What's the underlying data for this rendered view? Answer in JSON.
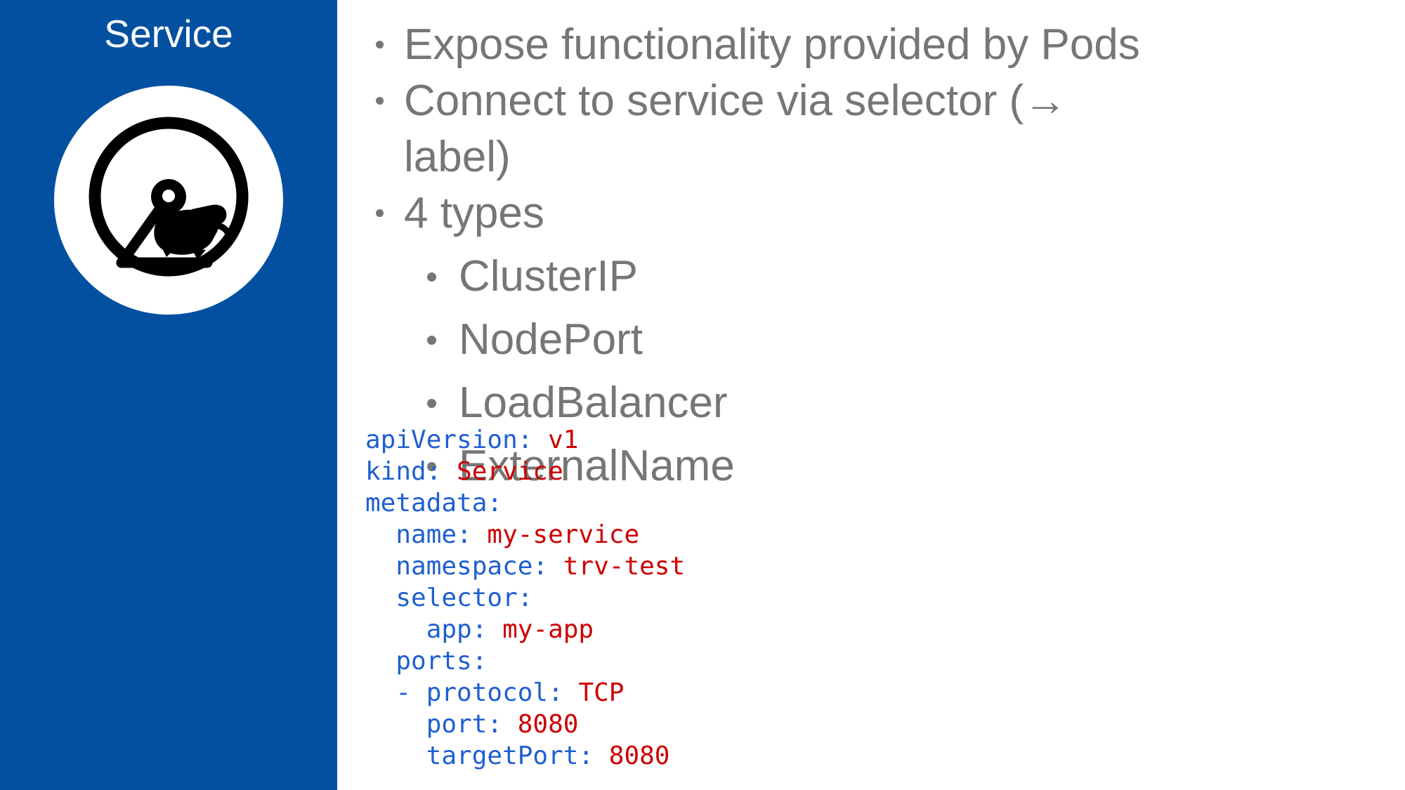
{
  "slide": {
    "background_color": "#FFFFFF",
    "accent_color": "#0450A0",
    "text_color": "#767676",
    "code_key_color": "#1F5FD0",
    "code_value_color": "#CC0000"
  },
  "sidebar": {
    "title": "Service",
    "icon": "hamster-wheel-icon"
  },
  "bullets": [
    {
      "level": 1,
      "text": "Expose functionality provided by Pods"
    },
    {
      "level": 1,
      "text": "Connect to service via selector (→ label)"
    },
    {
      "level": 1,
      "text": "4 types"
    },
    {
      "level": 2,
      "text": "ClusterIP"
    },
    {
      "level": 2,
      "text": "NodePort"
    },
    {
      "level": 2,
      "text": "LoadBalancer"
    },
    {
      "level": 2,
      "text": "ExternalName"
    }
  ],
  "bullet_line_1": "Expose functionality provided by Pods",
  "bullet_line_2a": "Connect to service via selector (→",
  "bullet_line_2b": "label)",
  "bullet_line_3": "4 types",
  "bullet_line_4": "ClusterIP",
  "bullet_line_5": "NodePort",
  "bullet_line_6": "LoadBalancer",
  "bullet_line_7": "ExternalName",
  "yaml": {
    "language": "yaml",
    "lines": [
      {
        "indent": "",
        "key": "apiVersion:",
        "value": " v1"
      },
      {
        "indent": "",
        "key": "kind:",
        "value": " Service"
      },
      {
        "indent": "",
        "key": "metadata:",
        "value": ""
      },
      {
        "indent": "  ",
        "key": "name:",
        "value": " my-service"
      },
      {
        "indent": "  ",
        "key": "namespace:",
        "value": " trv-test"
      },
      {
        "indent": "  ",
        "key": "selector:",
        "value": ""
      },
      {
        "indent": "    ",
        "key": "app:",
        "value": " my-app"
      },
      {
        "indent": "  ",
        "key": "ports:",
        "value": ""
      },
      {
        "indent": "  - ",
        "key": "protocol:",
        "value": " TCP"
      },
      {
        "indent": "    ",
        "key": "port:",
        "value": " 8080"
      },
      {
        "indent": "    ",
        "key": "targetPort:",
        "value": " 8080"
      }
    ],
    "raw": "apiVersion: v1\nkind: Service\nmetadata:\n  name: my-service\n  namespace: trv-test\n  selector:\n    app: my-app\n  ports:\n  - protocol: TCP\n    port: 8080\n    targetPort: 8080"
  }
}
